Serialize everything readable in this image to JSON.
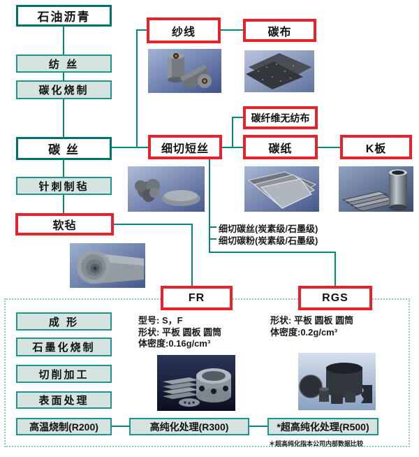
{
  "colors": {
    "accent_teal": "#00736d",
    "line_teal": "#00897f",
    "highlight_red": "#e8212b",
    "step_fill": "#d5e4e1",
    "dashed_border": "#82cdc9"
  },
  "left_column": {
    "petroleum_pitch": "石油沥青",
    "spinning": "纺 丝",
    "carbonization": "碳化烧制",
    "carbon_filament": "碳 丝",
    "needle_felting": "针刺制毡",
    "soft_felt": "软毡"
  },
  "products": {
    "yarn": "纱线",
    "carbon_cloth": "碳布",
    "chopped_strand": "细切短丝",
    "nonwoven": "碳纤维无纺布",
    "carbon_paper": "碳纸",
    "k_board": "K板",
    "fr": "FR",
    "rgs": "RGS"
  },
  "branch_labels": {
    "chopped_carbon_fiber": "细切碳丝(炭素级/石墨级)",
    "chopped_carbon_powder": "细切碳粉(炭素级/石墨级)"
  },
  "process_column": {
    "forming": "成 形",
    "graphitization": "石墨化烧制",
    "machining": "切削加工",
    "surface_treatment": "表面处理",
    "high_temp_firing": "高温烧制(R200)"
  },
  "purification": {
    "r300": "高纯化处理(R300)",
    "r500": "*超高纯化处理(R500)",
    "footnote": "＊超高纯化指本公司内部数据比较"
  },
  "fr_specs": {
    "model": "型号: S，F",
    "shape": "形状: 平板 圆板 圆筒",
    "density": "体密度:0.16g/cm³"
  },
  "rgs_specs": {
    "shape": "形状: 平板 圆板 圆筒",
    "density": "体密度:0.2g/cm³"
  }
}
